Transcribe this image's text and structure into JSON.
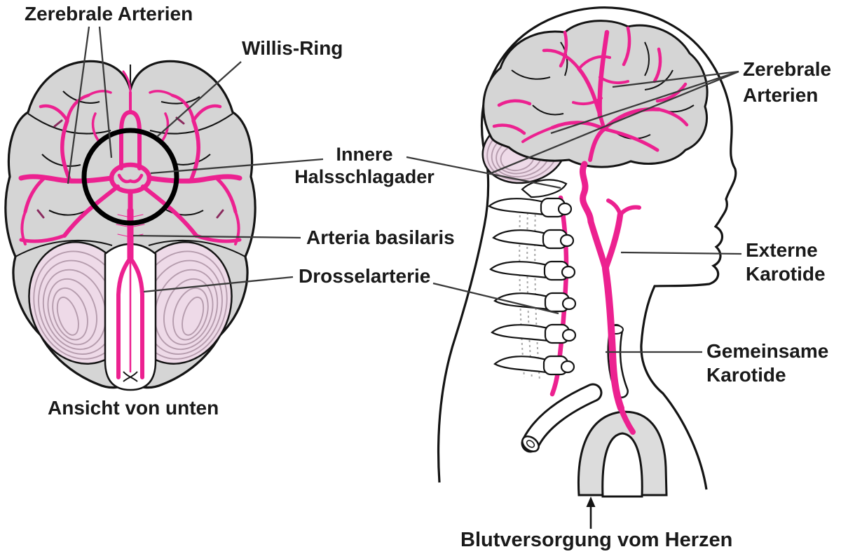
{
  "diagram": {
    "language": "de",
    "left_figure": {
      "label_zerebrale_arterien": "Zerebrale Arterien",
      "label_willis_ring": "Willis-Ring",
      "caption": "Ansicht von unten"
    },
    "middle_labels": {
      "innere_line1": "Innere",
      "innere_line2": "Halsschlagader",
      "arteria_basilaris": "Arteria basilaris",
      "drosselarterie": "Drosselarterie"
    },
    "right_figure": {
      "zerebrale_line1": "Zerebrale",
      "zerebrale_line2": "Arterien",
      "externe_line1": "Externe",
      "externe_line2": "Karotide",
      "gemeinsame_line1": "Gemeinsame",
      "gemeinsame_line2": "Karotide",
      "caption": "Blutversorgung vom Herzen"
    },
    "colors": {
      "artery_pink": "#EC2190",
      "brain_gray": "#D5D5D5",
      "cerebellum_pink": "#EEDAE8",
      "cerebellum_stria": "#B59CAD",
      "outline_black": "#141414",
      "leader_gray": "#3A3A3A"
    }
  }
}
